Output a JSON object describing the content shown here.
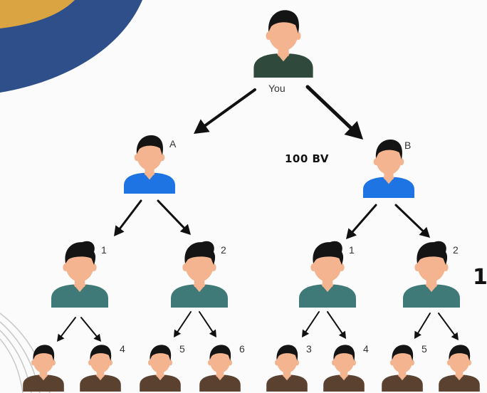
{
  "colors": {
    "banner_navy": "#2f4f8a",
    "banner_gold": "#d9a441",
    "shirt_root": "#2f4a3c",
    "shirt_level1": "#1f74e3",
    "shirt_level2": "#3f7a79",
    "shirt_level3": "#5b4230",
    "skin": "#f3b48f",
    "hair": "#141414",
    "arrow": "#111111"
  },
  "tree": {
    "root": {
      "label": "You"
    },
    "level1": [
      {
        "label": "A",
        "note": ""
      },
      {
        "label": "B",
        "note": "100 BV"
      }
    ],
    "level2": [
      {
        "label": "1"
      },
      {
        "label": "2"
      },
      {
        "label": "1"
      },
      {
        "label": "2"
      }
    ],
    "level3": [
      {
        "label": ""
      },
      {
        "label": "4"
      },
      {
        "label": "5"
      },
      {
        "label": "6"
      },
      {
        "label": "3"
      },
      {
        "label": "4"
      },
      {
        "label": "5"
      },
      {
        "label": ""
      }
    ]
  },
  "edge_text": "1"
}
